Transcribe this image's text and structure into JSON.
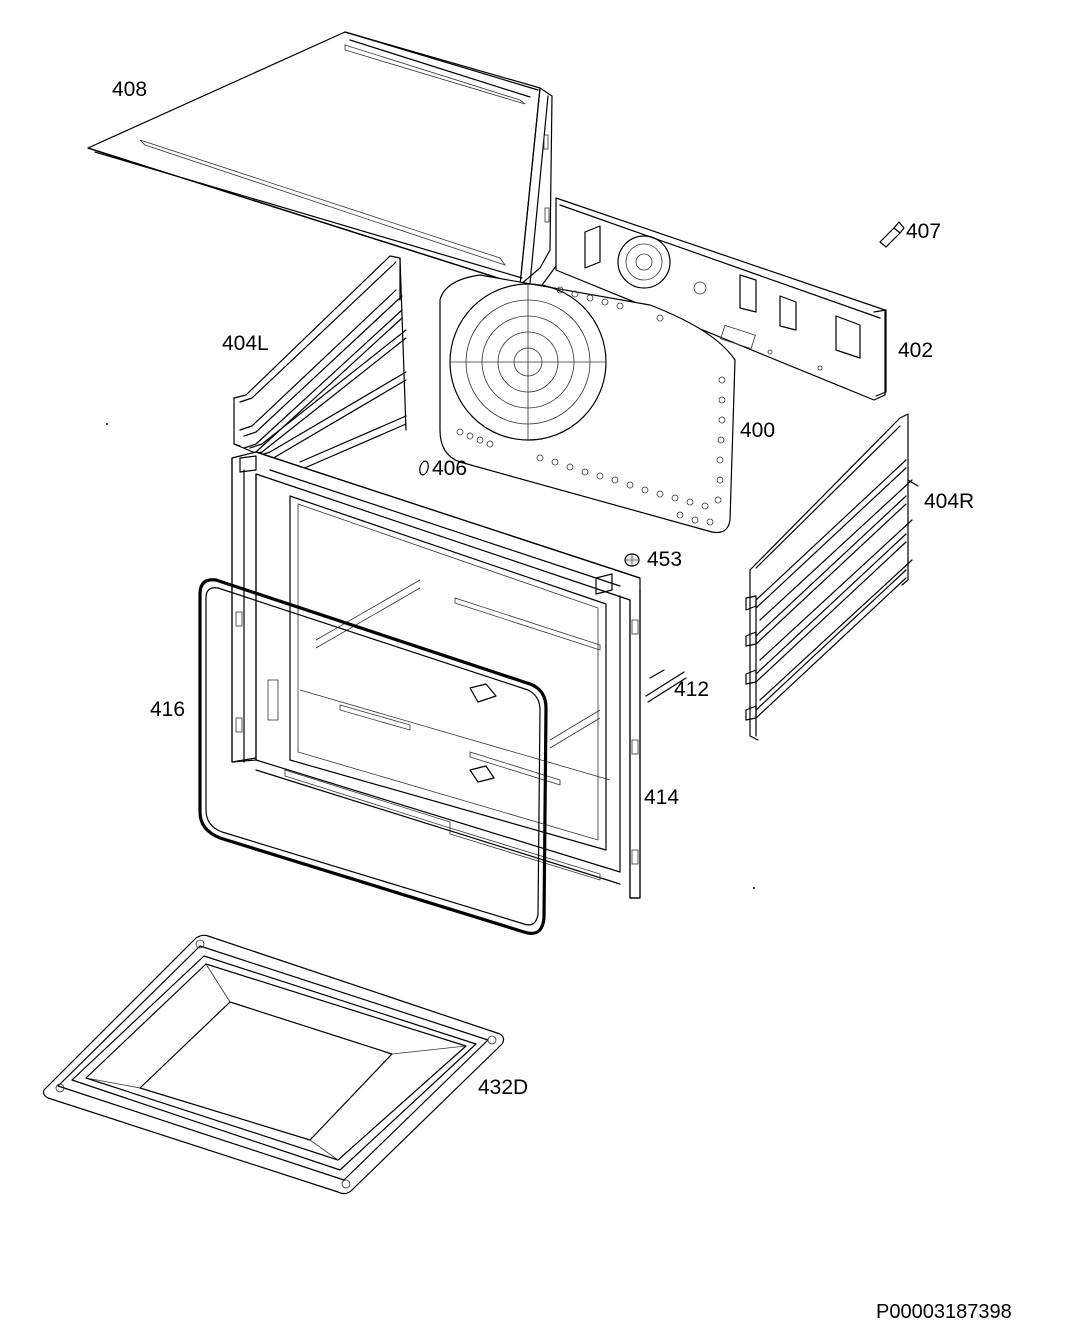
{
  "diagram": {
    "reference_number": "P00003187398",
    "parts": {
      "top_cover": "408",
      "screw": "407",
      "rear_panel": "402",
      "left_shelf_support": "404L",
      "fan_cover": "400",
      "right_shelf_support": "404R",
      "small_part_406": "406",
      "lamp_part_453": "453",
      "oven_cavity_rail": "412",
      "front_frame_gasket": "416",
      "cavity_frame": "414",
      "baking_tray": "432D"
    }
  }
}
